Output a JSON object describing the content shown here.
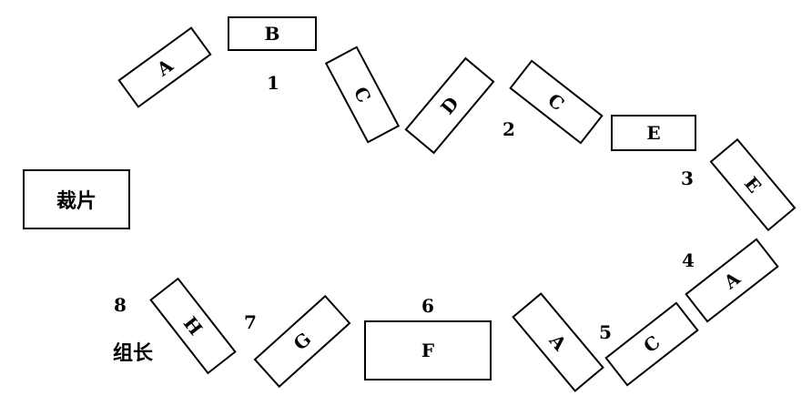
{
  "cutting": {
    "label": "裁片"
  },
  "leader": {
    "label": "组长"
  },
  "stations": [
    {
      "label": "A"
    },
    {
      "label": "B"
    },
    {
      "label": "C"
    },
    {
      "label": "D"
    },
    {
      "label": "C"
    },
    {
      "label": "E"
    },
    {
      "label": "E"
    },
    {
      "label": "A"
    },
    {
      "label": "C"
    },
    {
      "label": "A"
    },
    {
      "label": "F"
    },
    {
      "label": "G"
    },
    {
      "label": "H"
    }
  ],
  "numbers": [
    "1",
    "2",
    "3",
    "4",
    "5",
    "6",
    "7",
    "8"
  ]
}
